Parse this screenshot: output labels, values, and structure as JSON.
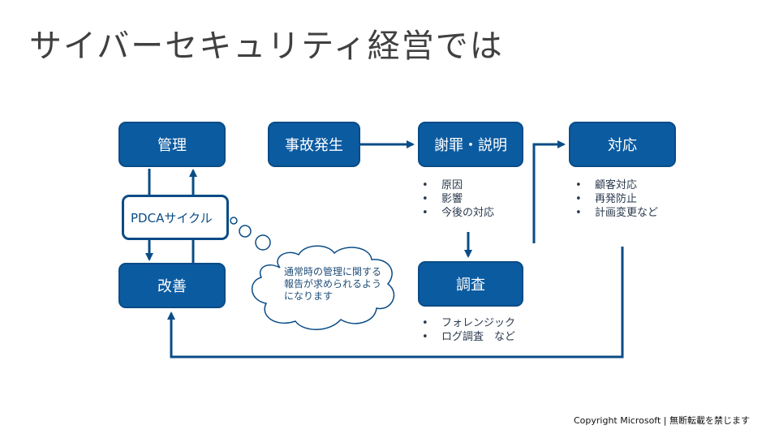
{
  "title": "サイバーセキュリティ経営では",
  "boxes": {
    "management": "管理",
    "incident": "事故発生",
    "apology": "謝罪・説明",
    "response": "対応",
    "improvement": "改善",
    "investigation": "調査"
  },
  "pdca_label": "PDCAサイクル",
  "apology_bullets": [
    "原因",
    "影響",
    "今後の対応"
  ],
  "response_bullets": [
    "顧客対応",
    "再発防止",
    "計画変更など"
  ],
  "investigation_bullets": [
    "フォレンジック",
    "ログ調査　など"
  ],
  "cloud_lines": [
    "通常時の管理に関する",
    "報告が求められるよう",
    "になります"
  ],
  "copyright": "Copyright Microsoft | 無断転載を禁じます",
  "colors": {
    "box_fill": "#0b5ba1",
    "box_border": "#0a4c86",
    "text": "#404040"
  }
}
